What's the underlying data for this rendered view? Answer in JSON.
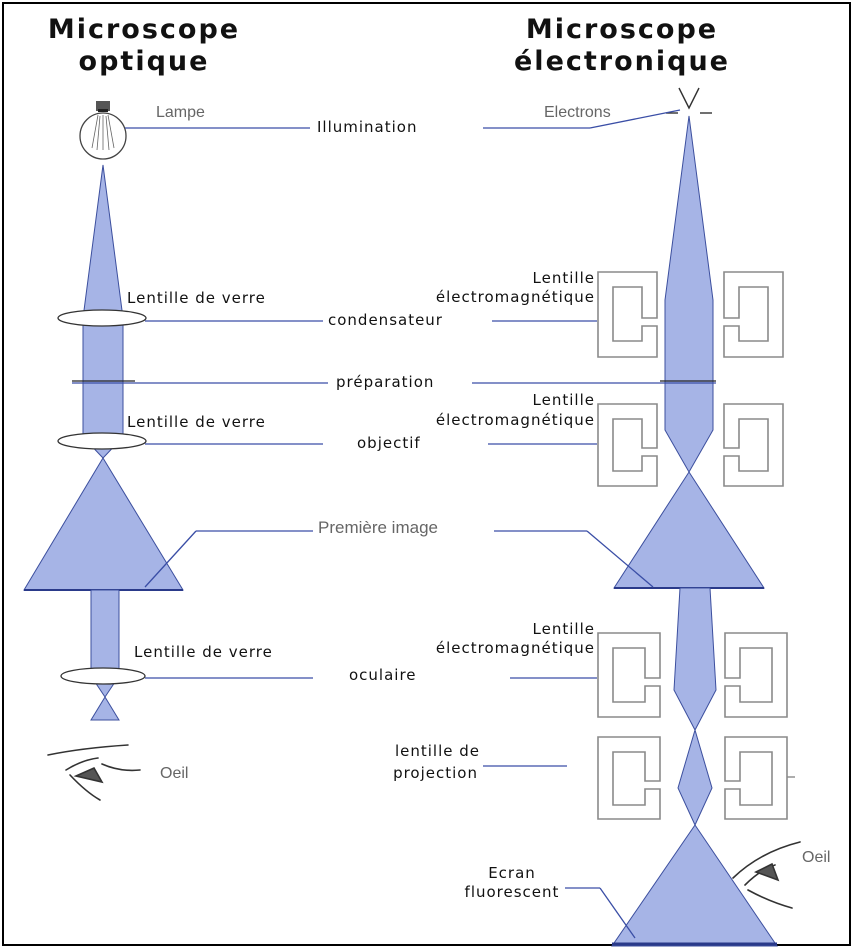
{
  "titles": {
    "optical": [
      "Microscope",
      "optique"
    ],
    "electron": [
      "Microscope",
      "électronique"
    ]
  },
  "labels": {
    "lampe": "Lampe",
    "illumination": "Illumination",
    "electrons": "Electrons",
    "lentille_verre_1": "Lentille de verre",
    "lentille_em_1": [
      "Lentille",
      "électromagnétique"
    ],
    "condensateur": "condensateur",
    "preparation": "préparation",
    "lentille_verre_2": "Lentille de verre",
    "lentille_em_2": [
      "Lentille",
      "électromagnétique"
    ],
    "objectif": "objectif",
    "premiere_image": "Première image",
    "lentille_em_3": [
      "Lentille",
      "électromagnétique"
    ],
    "lentille_verre_3": "Lentille de verre",
    "oculaire": "oculaire",
    "oeil_left": "Oeil",
    "lentille_projection": [
      "lentille de",
      "projection"
    ],
    "oeil_right": "Oeil",
    "ecran": [
      "Ecran",
      "fluorescent"
    ]
  },
  "colors": {
    "beam": "#a6b4e6",
    "beam_stroke": "#3c4f9e",
    "leader": "#3a4ea6",
    "coil": "#9a9a9a"
  }
}
